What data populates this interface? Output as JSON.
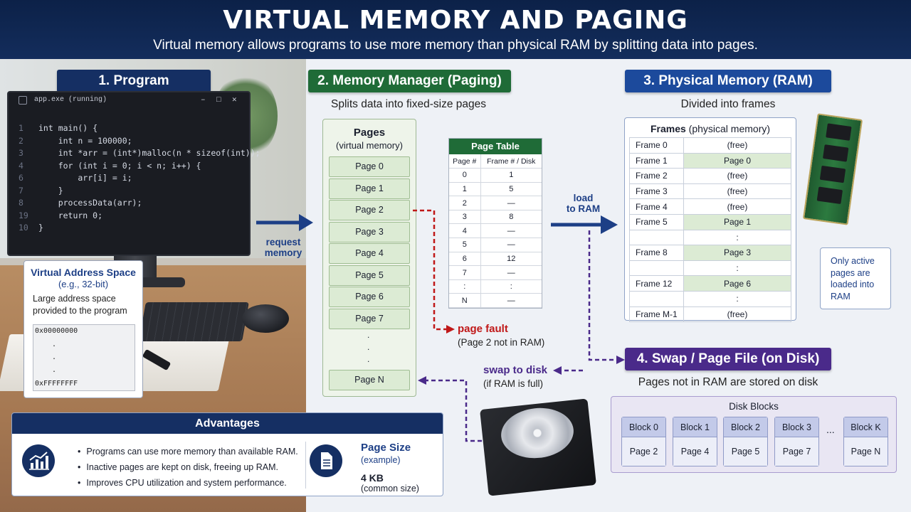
{
  "header": {
    "title": "VIRTUAL MEMORY AND PAGING",
    "subtitle": "Virtual memory allows programs to use more memory than physical RAM by splitting data into pages."
  },
  "sections": {
    "program": "1. Program",
    "memory_manager": "2. Memory Manager (Paging)",
    "physical_memory": "3. Physical Memory (RAM)",
    "swap": "4. Swap / Page File (on Disk)"
  },
  "program": {
    "window_title": "app.exe (running)",
    "code_lines": [
      {
        "n": "1",
        "text": "int main() {"
      },
      {
        "n": "2",
        "text": "    int n = 100000;"
      },
      {
        "n": "3",
        "text": "    int *arr = (int*)malloc(n * sizeof(int));"
      },
      {
        "n": "4",
        "text": "    for (int i = 0; i < n; i++) {"
      },
      {
        "n": "6",
        "text": "        arr[i] = i;"
      },
      {
        "n": "7",
        "text": "    }"
      },
      {
        "n": "8",
        "text": "    processData(arr);"
      },
      {
        "n": "19",
        "text": "    return 0;"
      },
      {
        "n": "10",
        "text": "}"
      }
    ]
  },
  "virtual_address_space": {
    "title": "Virtual Address Space",
    "subtitle": "(e.g., 32-bit)",
    "description_1": "Large address space",
    "description_2": "provided to the program",
    "addr_start": "0x00000000",
    "addr_dot": ".",
    "addr_end": "0xFFFFFFFF"
  },
  "arrows": {
    "request_1": "request",
    "request_2": "memory",
    "load_1": "load",
    "load_2": "to RAM",
    "page_fault": "page fault",
    "page_fault_note": "(Page 2 not in RAM)",
    "swap_to_disk": "swap to disk",
    "swap_note": "(if RAM is full)"
  },
  "memory_manager": {
    "subtitle": "Splits data into fixed-size pages",
    "pages_title": "Pages",
    "pages_subtitle": "(virtual memory)",
    "pages": [
      "Page 0",
      "Page 1",
      "Page 2",
      "Page 3",
      "Page 4",
      "Page 5",
      "Page 6",
      "Page 7"
    ],
    "pages_ellipsis": ".",
    "pages_last": "Page N",
    "page_table": {
      "title": "Page Table",
      "headers": [
        "Page #",
        "Frame # / Disk"
      ],
      "rows": [
        [
          "0",
          "1"
        ],
        [
          "1",
          "5"
        ],
        [
          "2",
          "—"
        ],
        [
          "3",
          "8"
        ],
        [
          "4",
          "—"
        ],
        [
          "5",
          "—"
        ],
        [
          "6",
          "12"
        ],
        [
          "7",
          "—"
        ],
        [
          ":",
          ":"
        ],
        [
          "N",
          "—"
        ]
      ]
    }
  },
  "physical_memory": {
    "subtitle": "Divided into frames",
    "frames_title": "Frames",
    "frames_subtitle": "(physical memory)",
    "frames": [
      {
        "label": "Frame 0",
        "value": "(free)",
        "occupied": false
      },
      {
        "label": "Frame 1",
        "value": "Page 0",
        "occupied": true
      },
      {
        "label": "Frame 2",
        "value": "(free)",
        "occupied": false
      },
      {
        "label": "Frame 3",
        "value": "(free)",
        "occupied": false
      },
      {
        "label": "Frame 4",
        "value": "(free)",
        "occupied": false
      },
      {
        "label": "Frame 5",
        "value": "Page 1",
        "occupied": true
      },
      {
        "label": "",
        "value": ":",
        "occupied": false
      },
      {
        "label": "Frame 8",
        "value": "Page 3",
        "occupied": true
      },
      {
        "label": "",
        "value": ":",
        "occupied": false
      },
      {
        "label": "Frame 12",
        "value": "Page 6",
        "occupied": true
      },
      {
        "label": "",
        "value": ":",
        "occupied": false
      },
      {
        "label": "Frame M-1",
        "value": "(free)",
        "occupied": false
      }
    ],
    "note": "Only active pages are loaded into RAM"
  },
  "swap": {
    "subtitle": "Pages not in RAM are stored on disk",
    "blocks_title": "Disk Blocks",
    "blocks": [
      {
        "block": "Block 0",
        "page": "Page 2"
      },
      {
        "block": "Block 1",
        "page": "Page 4"
      },
      {
        "block": "Block 2",
        "page": "Page 5"
      },
      {
        "block": "Block 3",
        "page": "Page 7"
      },
      {
        "block": "Block K",
        "page": "Page N"
      }
    ],
    "ellipsis": "..."
  },
  "advantages": {
    "title": "Advantages",
    "items": [
      "Programs can use more memory than available RAM.",
      "Inactive pages are kept on disk, freeing up RAM.",
      "Improves CPU utilization and system performance."
    ],
    "page_size_title": "Page Size",
    "page_size_note": "(example)",
    "page_size_value": "4 KB",
    "page_size_caption": "(common size)"
  },
  "colors": {
    "navy": "#152f63",
    "green": "#1f6b37",
    "blue": "#1c4a9c",
    "purple": "#4a2a8a",
    "fault_red": "#c01818"
  }
}
